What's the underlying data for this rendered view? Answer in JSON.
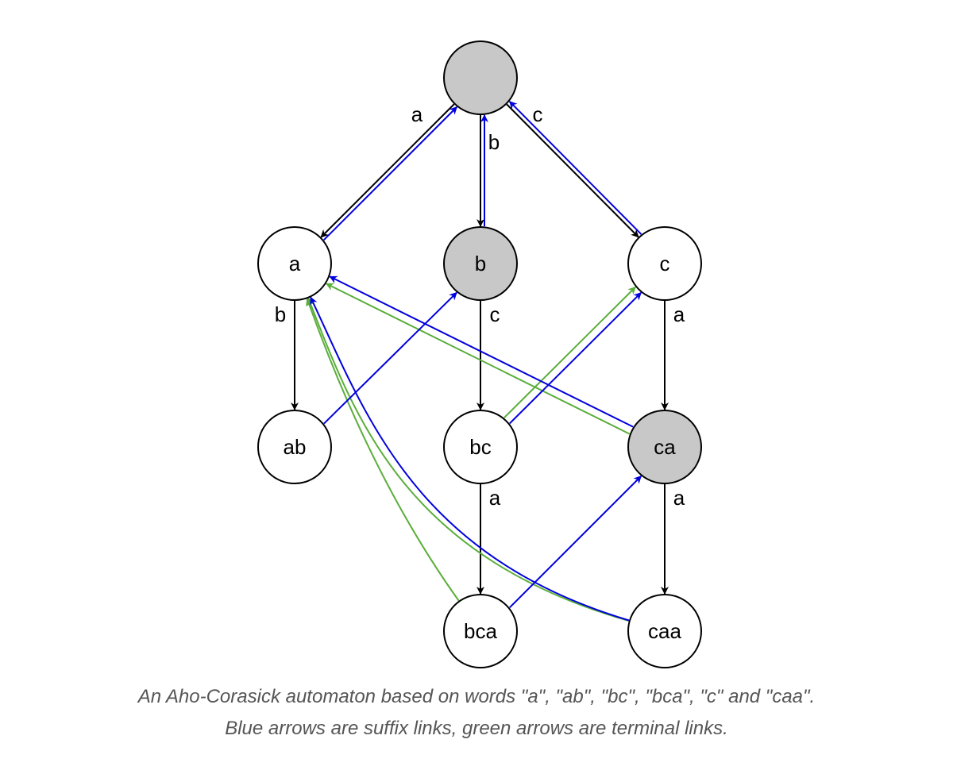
{
  "diagram": {
    "nodes": [
      {
        "id": "root",
        "label": "",
        "highlighted": true
      },
      {
        "id": "a",
        "label": "a",
        "highlighted": false
      },
      {
        "id": "b",
        "label": "b",
        "highlighted": true
      },
      {
        "id": "c",
        "label": "c",
        "highlighted": false
      },
      {
        "id": "ab",
        "label": "ab",
        "highlighted": false
      },
      {
        "id": "bc",
        "label": "bc",
        "highlighted": false
      },
      {
        "id": "ca",
        "label": "ca",
        "highlighted": true
      },
      {
        "id": "bca",
        "label": "bca",
        "highlighted": false
      },
      {
        "id": "caa",
        "label": "caa",
        "highlighted": false
      }
    ],
    "transitions": [
      {
        "from": "root",
        "to": "a",
        "label": "a"
      },
      {
        "from": "root",
        "to": "b",
        "label": "b"
      },
      {
        "from": "root",
        "to": "c",
        "label": "c"
      },
      {
        "from": "a",
        "to": "ab",
        "label": "b"
      },
      {
        "from": "b",
        "to": "bc",
        "label": "c"
      },
      {
        "from": "c",
        "to": "ca",
        "label": "a"
      },
      {
        "from": "bc",
        "to": "bca",
        "label": "a"
      },
      {
        "from": "ca",
        "to": "caa",
        "label": "a"
      }
    ],
    "suffix_links": [
      {
        "from": "a",
        "to": "root"
      },
      {
        "from": "b",
        "to": "root"
      },
      {
        "from": "c",
        "to": "root"
      },
      {
        "from": "ab",
        "to": "b"
      },
      {
        "from": "bc",
        "to": "c"
      },
      {
        "from": "ca",
        "to": "a"
      },
      {
        "from": "bca",
        "to": "ca"
      },
      {
        "from": "caa",
        "to": "a"
      }
    ],
    "terminal_links": [
      {
        "from": "bc",
        "to": "c"
      },
      {
        "from": "ca",
        "to": "a"
      },
      {
        "from": "bca",
        "to": "a"
      },
      {
        "from": "caa",
        "to": "a"
      }
    ],
    "colors": {
      "transition": "#000000",
      "suffix_link": "#0000dd",
      "terminal_link": "#5aae3a",
      "node_highlight": "#c8c8c8",
      "node_default": "#ffffff"
    }
  },
  "caption": {
    "line1": "An Aho-Corasick automaton based on words \"a\", \"ab\", \"bc\", \"bca\", \"c\" and \"caa\".",
    "line2": "Blue arrows are suffix links, green arrows are terminal links."
  }
}
